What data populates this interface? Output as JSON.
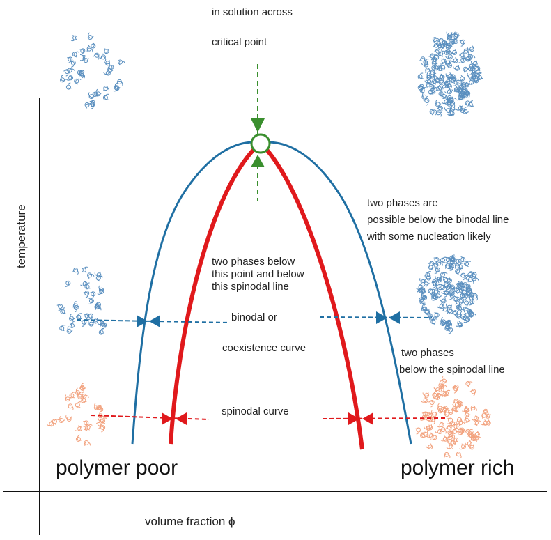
{
  "labels": {
    "top_line1": "in solution across",
    "top_line2": "critical point",
    "binodal_note_1": "two phases are",
    "binodal_note_2": "possible below the binodal line",
    "binodal_note_3": "with some nucleation likely",
    "spinodal_note_1": "two phases below",
    "spinodal_note_2": "this point and below",
    "spinodal_note_3": "this spinodal line",
    "binodal_1": "binodal or",
    "binodal_2": "coexistence curve",
    "right_note_1": "two phases",
    "right_note_2": "below the spinodal line",
    "spinodal_curve": "spinodal curve",
    "poor": "polymer poor",
    "rich": "polymer rich",
    "xlabel": "volume fraction ϕ",
    "ylabel": "temperature"
  },
  "colors": {
    "binodal": "#1f6fa3",
    "spinodal": "#e0191c",
    "critical": "#3a8f2e",
    "blue_polymer": "#5a8fbf",
    "orange_polymer": "#f2a27e",
    "axis": "#111111"
  },
  "icons": {
    "polymer": "polymer-cluster-icon",
    "critical_point": "critical-point-circle-icon"
  }
}
